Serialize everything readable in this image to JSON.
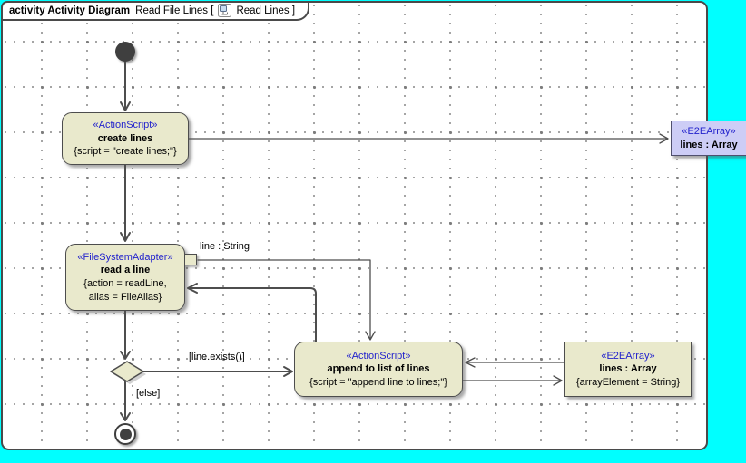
{
  "colors": {
    "canvas_background": "#00FFFF",
    "frame_background": "#FFFFFF",
    "frame_border": "#4A4A4A",
    "action_node_fill": "#E9E9CC",
    "node_border": "#4D4D4D",
    "object_node_lavender_fill": "#CDCDF6",
    "stereotype_text": "#2222CC",
    "edge_stroke": "#4D4D4D",
    "grid_dot": "#979797"
  },
  "diagram_header": {
    "kind_label": "activity Activity Diagram",
    "diagram_name": "Read File Lines [",
    "icon": "activity-diagram-icon",
    "reference": "Read Lines ]"
  },
  "nodes": {
    "create_lines": {
      "stereotype": "«ActionScript»",
      "name": "create lines",
      "properties": "{script = \"create lines;\"}"
    },
    "read_a_line": {
      "stereotype": "«FileSystemAdapter»",
      "name": "read a line",
      "properties": "{action = readLine, alias = FileAlias}"
    },
    "append_to_list_of_lines": {
      "stereotype": "«ActionScript»",
      "name": "append to list of lines",
      "properties": "{script = \"append line to lines;\"}"
    },
    "lines_array_top": {
      "stereotype": "«E2EArray»",
      "name": "lines : Array"
    },
    "lines_array_bottom": {
      "stereotype": "«E2EArray»",
      "name": "lines : Array",
      "properties": "{arrayElement = String}"
    },
    "output_pin": {
      "label": "line : String"
    }
  },
  "edge_labels": {
    "guard_line_exists": "[line.exists()]",
    "guard_else": "[else]"
  },
  "symbols": {
    "initial": "initial-node",
    "final": "activity-final-node",
    "decision": "decision-diamond"
  }
}
